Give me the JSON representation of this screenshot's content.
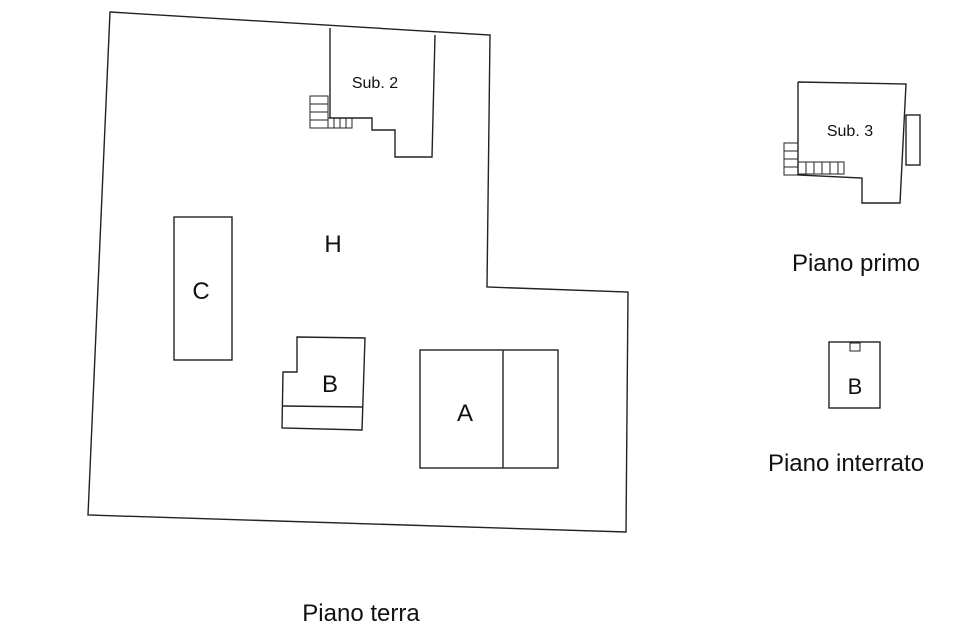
{
  "plans": {
    "ground_floor": {
      "title": "Piano terra",
      "labels": {
        "area_h": "H",
        "building_c": "C",
        "building_b": "B",
        "building_a": "A",
        "sub2": "Sub. 2"
      }
    },
    "first_floor": {
      "title": "Piano primo",
      "labels": {
        "sub3": "Sub. 3"
      }
    },
    "basement": {
      "title": "Piano interrato",
      "labels": {
        "building_b": "B"
      }
    }
  }
}
